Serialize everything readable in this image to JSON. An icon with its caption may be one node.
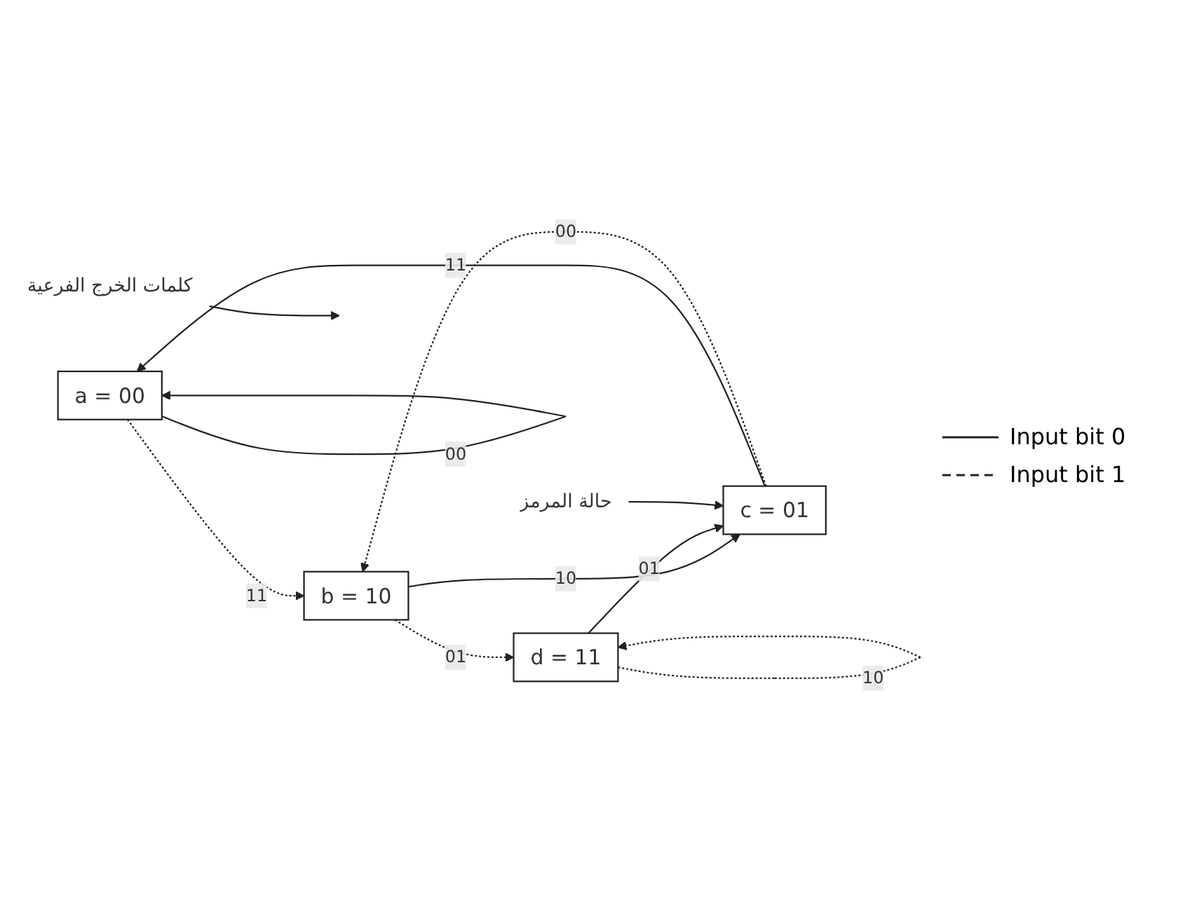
{
  "diagram": {
    "nodes": [
      {
        "text": [
          "a = 00"
        ]
      },
      {
        "text": [
          "b = 10"
        ]
      },
      {
        "text": [
          "c = 01"
        ]
      },
      {
        "text": [
          "d = 11"
        ]
      },
      {
        "text": [
          "كلمات الخرج الفرعية"
        ]
      },
      {
        "text": [
          "حالة المرمز"
        ]
      }
    ],
    "edges": [
      {
        "from": 0,
        "to": 0,
        "arrow": "to",
        "label": "00"
      },
      {
        "from": 0,
        "to": 1,
        "arrow": "to",
        "label": "11",
        "style": "dashed"
      },
      {
        "from": 2,
        "to": 0,
        "arrow": "to",
        "label": "11"
      },
      {
        "from": 2,
        "to": 1,
        "arrow": "to",
        "label": "00",
        "style": "dashed"
      },
      {
        "from": 1,
        "to": 2,
        "arrow": "to",
        "label": "10"
      },
      {
        "from": 1,
        "to": 3,
        "arrow": "to",
        "label": "01",
        "style": "dashed"
      },
      {
        "from": 3,
        "to": 2,
        "arrow": "to",
        "label": "01"
      },
      {
        "from": 3,
        "to": 3,
        "arrow": "to",
        "label": "10",
        "style": "dashed"
      },
      {
        "from": 4,
        "to": null,
        "arrow": "to"
      },
      {
        "from": 5,
        "to": 2,
        "arrow": "to"
      }
    ],
    "legend": [
      {
        "text": "Input bit 0"
      },
      {
        "text": "Input bit 1"
      }
    ]
  }
}
